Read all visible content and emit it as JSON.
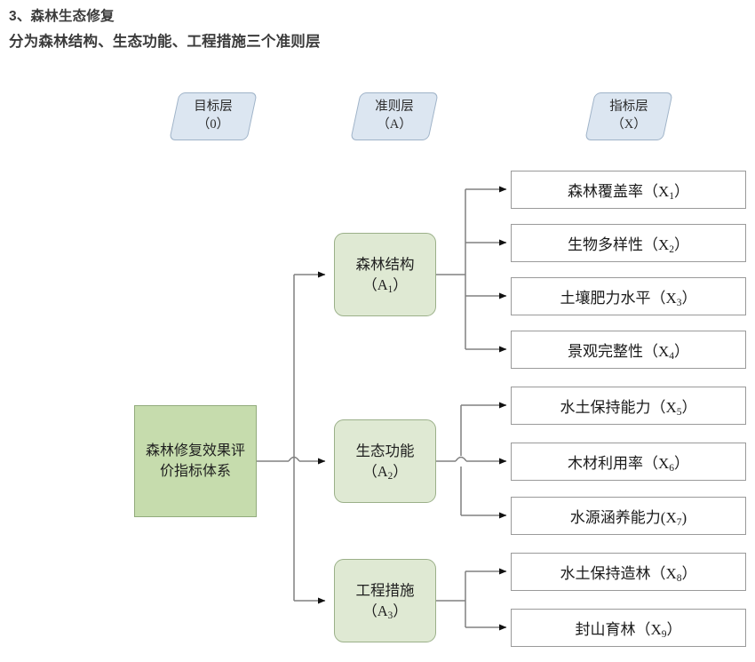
{
  "headings": {
    "line1": "3、森林生态修复",
    "line2": "分为森林结构、生态功能、工程措施三个准则层"
  },
  "layer_tags": [
    {
      "name": "goal-layer-tag",
      "title": "目标层",
      "code": "（0）"
    },
    {
      "name": "criteria-layer-tag",
      "title": "准则层",
      "code": "（A）"
    },
    {
      "name": "indicator-layer-tag",
      "title": "指标层",
      "code": "（X）"
    }
  ],
  "goal": {
    "label": "森林修复效果评价指标体系"
  },
  "criteria": [
    {
      "id": "A1",
      "title": "森林结构",
      "code": "（A",
      "sub": "1",
      "code_end": "）"
    },
    {
      "id": "A2",
      "title": "生态功能",
      "code": "（A",
      "sub": "2",
      "code_end": "）"
    },
    {
      "id": "A3",
      "title": "工程措施",
      "code": "（A",
      "sub": "3",
      "code_end": "）"
    }
  ],
  "indicators": [
    {
      "id": "X1",
      "parent": "A1",
      "title": "森林覆盖率",
      "open": "（X",
      "sub": "1",
      "close": "）"
    },
    {
      "id": "X2",
      "parent": "A1",
      "title": "生物多样性",
      "open": "（X",
      "sub": "2",
      "close": "）"
    },
    {
      "id": "X3",
      "parent": "A1",
      "title": "土壤肥力水平",
      "open": "（X",
      "sub": "3",
      "close": "）"
    },
    {
      "id": "X4",
      "parent": "A1",
      "title": "景观完整性",
      "open": "（X",
      "sub": "4",
      "close": "）"
    },
    {
      "id": "X5",
      "parent": "A2",
      "title": "水土保持能力",
      "open": "（X",
      "sub": "5",
      "close": "）"
    },
    {
      "id": "X6",
      "parent": "A2",
      "title": "木材利用率",
      "open": "（X",
      "sub": "6",
      "close": "）"
    },
    {
      "id": "X7",
      "parent": "A2",
      "title": "水源涵养能力",
      "open": "(X",
      "sub": "7",
      "close": ")"
    },
    {
      "id": "X8",
      "parent": "A3",
      "title": "水土保持造林",
      "open": "（X",
      "sub": "8",
      "close": "）"
    },
    {
      "id": "X9",
      "parent": "A3",
      "title": "封山育林",
      "open": "（X",
      "sub": "9",
      "close": "）"
    }
  ],
  "colors": {
    "goal_fill": "#c6dcad",
    "goal_stroke": "#92ab7c",
    "criteria_fill": "#dfe9d3",
    "criteria_stroke": "#9bb089",
    "indicator_fill": "#ffffff",
    "indicator_stroke": "#9a9a9a",
    "layer_tag_fill": "#dce6f1",
    "layer_tag_stroke": "#9fb3c8",
    "connector": "#808080",
    "arrowhead": "#111111",
    "heading_text": "#3b3b3b"
  }
}
